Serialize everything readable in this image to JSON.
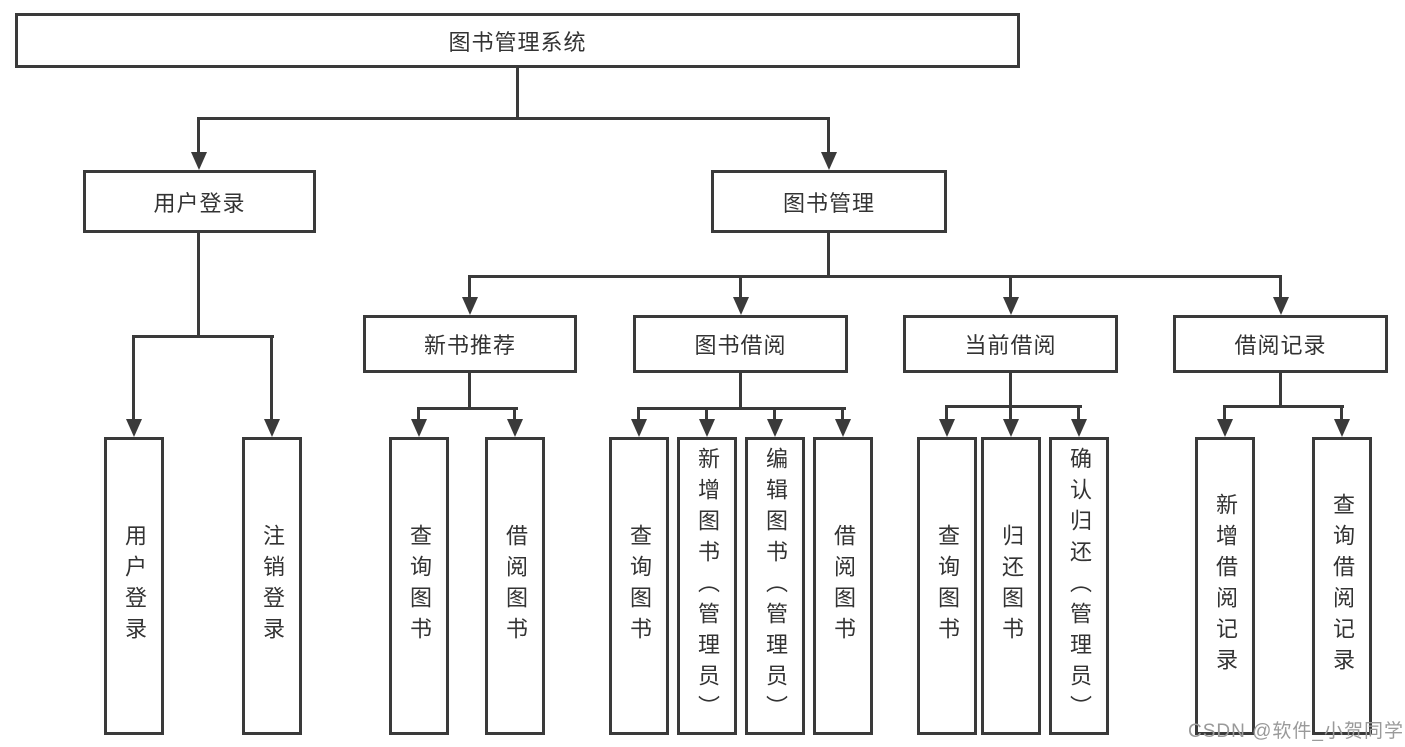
{
  "diagram": {
    "root": {
      "label": "图书管理系统"
    },
    "level2": [
      {
        "label": "用户登录"
      },
      {
        "label": "图书管理"
      }
    ],
    "level3": [
      {
        "label": "新书推荐"
      },
      {
        "label": "图书借阅"
      },
      {
        "label": "当前借阅"
      },
      {
        "label": "借阅记录"
      }
    ],
    "leaves": {
      "user": [
        "用户登录",
        "注销登录"
      ],
      "recommend": [
        "查询图书",
        "借阅图书"
      ],
      "borrow": [
        "查询图书",
        "新增图书（管理员）",
        "编辑图书（管理员）",
        "借阅图书"
      ],
      "current": [
        "查询图书",
        "归还图书",
        "确认归还（管理员）"
      ],
      "records": [
        "新增借阅记录",
        "查询借阅记录"
      ]
    }
  },
  "watermark": {
    "text": "CSDN @软件_小贺同学"
  },
  "colors": {
    "line": "#3a3a3a",
    "box_border": "#3a3a3a",
    "text": "#333333",
    "watermark": "#9a9a9a",
    "background": "#ffffff"
  }
}
